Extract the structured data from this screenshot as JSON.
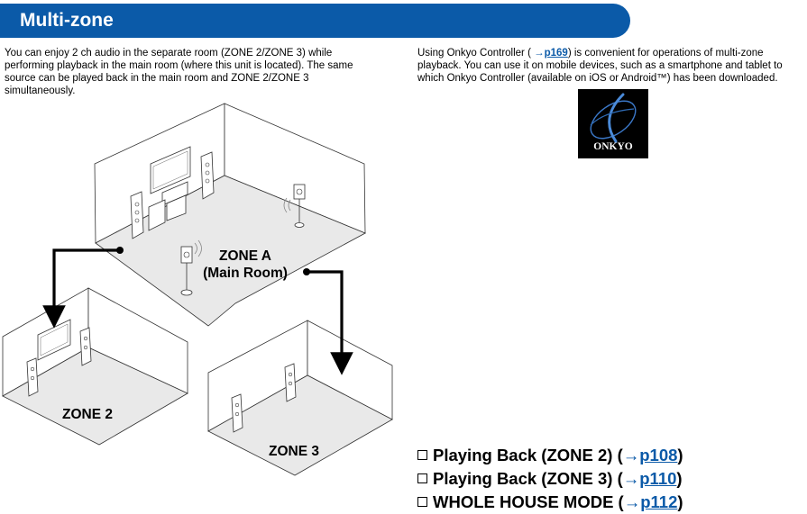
{
  "header": {
    "title": "Multi-zone"
  },
  "intro_left": "You can enjoy 2 ch audio in the separate room (ZONE 2/ZONE 3) while performing playback in the main room (where this unit is located). The same source can be played back in the main room and ZONE 2/ZONE 3 simultaneously.",
  "intro_right": {
    "before": "Using Onkyo Controller ( ",
    "arrow": "→",
    "link": "p169",
    "after": ") is convenient for operations of multi-zone playback. You can use it on mobile devices, such as a smartphone and tablet to which Onkyo Controller (available on iOS or Android™) has been downloaded."
  },
  "logo": {
    "text": "ONKYO",
    "background": "#000000"
  },
  "diagram": {
    "zone_a_line1": "ZONE A",
    "zone_a_line2": "(Main Room)",
    "zone_2": "ZONE 2",
    "zone_3": "ZONE 3"
  },
  "links": [
    {
      "label": "Playing Back (ZONE 2) ( ",
      "arrow": "→",
      "page": "p108",
      "close": ")"
    },
    {
      "label": "Playing Back (ZONE 3) ( ",
      "arrow": "→",
      "page": "p110",
      "close": ")"
    },
    {
      "label": "WHOLE HOUSE MODE ( ",
      "arrow": "→",
      "page": "p112",
      "close": ")"
    }
  ],
  "colors": {
    "accent": "#0b5aa8",
    "floor": "#e9e9e9"
  }
}
